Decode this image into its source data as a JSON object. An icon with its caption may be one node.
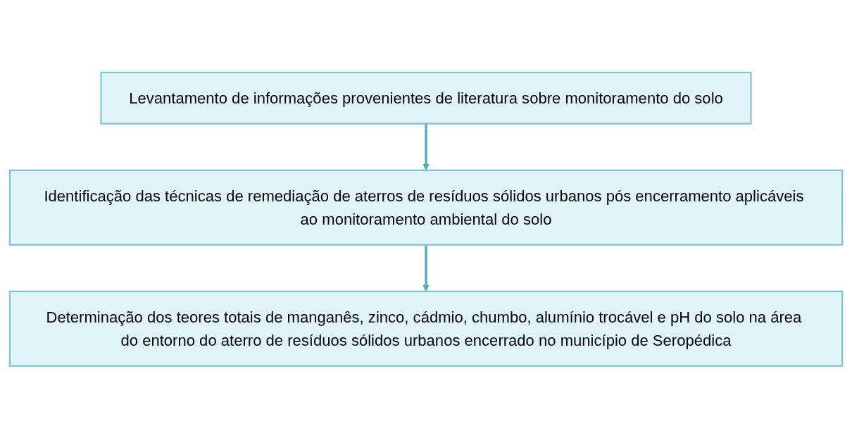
{
  "diagram": {
    "nodes": [
      {
        "text": [
          "Levantamento de informações provenientes de literatura sobre monitoramento do solo"
        ]
      },
      {
        "text": [
          "Identificação das técnicas de remediação de aterros de resíduos sólidos urbanos pós encerramento aplicáveis ao monitoramento ambiental do solo"
        ]
      },
      {
        "text": [
          "Determinação dos teores totais de manganês, zinco, cádmio, chumbo, alumínio trocável e pH do solo na área do entorno do aterro de resíduos sólidos urbanos encerrado no município de Seropédica"
        ]
      }
    ],
    "edges": [
      {
        "from": 0,
        "to": 1,
        "arrow": "to"
      },
      {
        "from": 1,
        "to": 2,
        "arrow": "to"
      }
    ]
  }
}
